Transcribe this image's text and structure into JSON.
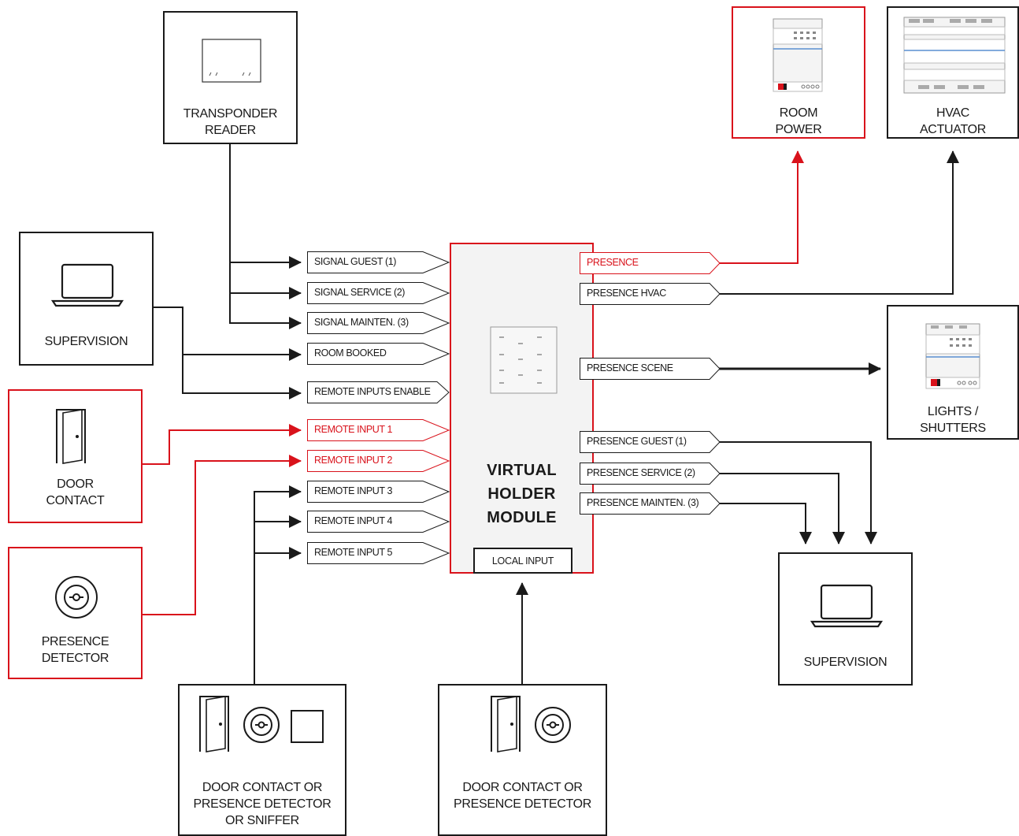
{
  "sources": {
    "transponder_reader": "TRANSPONDER\nREADER",
    "supervision_left": "SUPERVISION",
    "door_contact": "DOOR\nCONTACT",
    "presence_detector": "PRESENCE\nDETECTOR",
    "door_presence_sniffer": "DOOR CONTACT OR\nPRESENCE DETECTOR\nOR SNIFFER",
    "door_presence": "DOOR CONTACT OR\nPRESENCE DETECTOR"
  },
  "inputs": [
    "SIGNAL GUEST (1)",
    "SIGNAL SERVICE (2)",
    "SIGNAL MAINTEN. (3)",
    "ROOM BOOKED",
    "REMOTE INPUTS ENABLE",
    "REMOTE INPUT 1",
    "REMOTE INPUT 2",
    "REMOTE INPUT 3",
    "REMOTE INPUT 4",
    "REMOTE INPUT 5"
  ],
  "module": {
    "title": "VIRTUAL\nHOLDER\nMODULE",
    "local_input": "LOCAL INPUT"
  },
  "outputs": [
    "PRESENCE",
    "PRESENCE HVAC",
    "PRESENCE SCENE",
    "PRESENCE GUEST (1)",
    "PRESENCE SERVICE (2)",
    "PRESENCE MAINTEN. (3)"
  ],
  "targets": {
    "room_power": "ROOM\nPOWER",
    "hvac_actuator": "HVAC\nACTUATOR",
    "lights_shutters": "LIGHTS /\nSHUTTERS",
    "supervision_right": "SUPERVISION"
  },
  "colors": {
    "accent": "#d9121b",
    "line": "#1a1a1a",
    "module_fill": "#f3f3f3"
  }
}
